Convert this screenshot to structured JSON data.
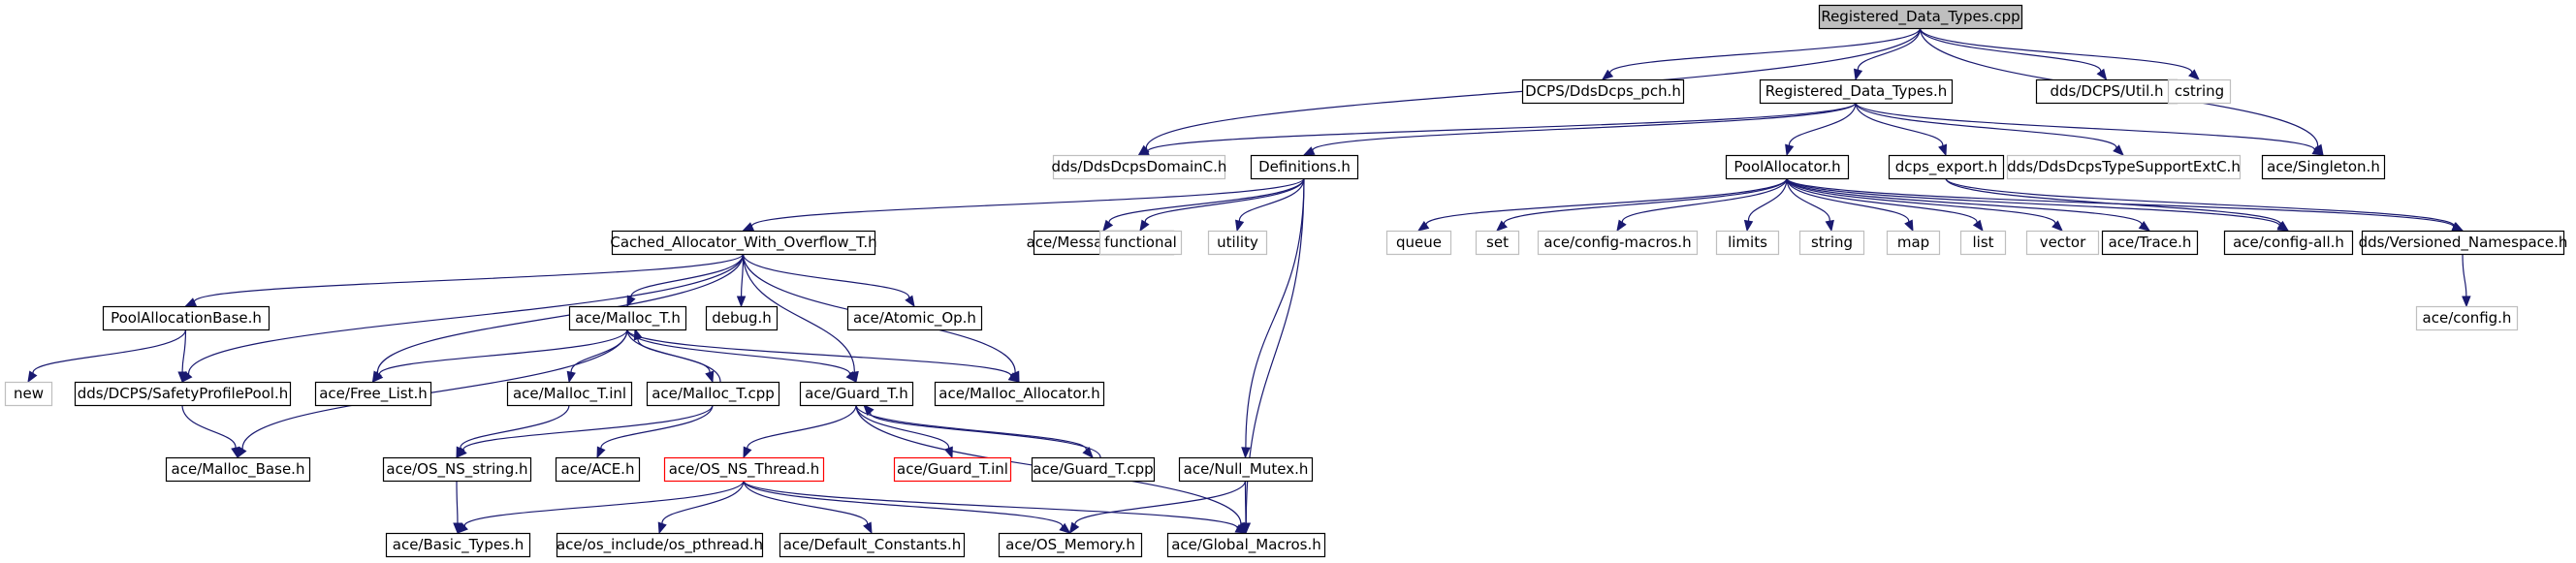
{
  "colors": {
    "edge": "#191970",
    "border_normal": "#000000",
    "border_external": "#bfbfbf",
    "border_truncated": "#ff0000",
    "fill_root": "#bfbfbf",
    "fill": "#ffffff"
  },
  "nodes": [
    {
      "id": "root",
      "label": "Registered_Data_Types.cpp",
      "style": "root"
    },
    {
      "id": "pch",
      "label": "DCPS/DdsDcps_pch.h",
      "style": "normal"
    },
    {
      "id": "rdt_h",
      "label": "Registered_Data_Types.h",
      "style": "normal"
    },
    {
      "id": "util",
      "label": "dds/DCPS/Util.h",
      "style": "normal"
    },
    {
      "id": "cstring",
      "label": "cstring",
      "style": "external"
    },
    {
      "id": "domainc",
      "label": "dds/DdsDcpsDomainC.h",
      "style": "external"
    },
    {
      "id": "definitions",
      "label": "Definitions.h",
      "style": "normal"
    },
    {
      "id": "poolalloc",
      "label": "PoolAllocator.h",
      "style": "normal"
    },
    {
      "id": "dcps_export",
      "label": "dcps_export.h",
      "style": "normal"
    },
    {
      "id": "typesupport",
      "label": "dds/DdsDcpsTypeSupportExtC.h",
      "style": "external"
    },
    {
      "id": "singleton",
      "label": "ace/Singleton.h",
      "style": "normal"
    },
    {
      "id": "cached",
      "label": "Cached_Allocator_With_Overflow_T.h",
      "style": "normal"
    },
    {
      "id": "msgblock",
      "label": "ace/Message_Block.h",
      "style": "normal"
    },
    {
      "id": "functional",
      "label": "functional",
      "style": "external"
    },
    {
      "id": "utility",
      "label": "utility",
      "style": "external"
    },
    {
      "id": "queue",
      "label": "queue",
      "style": "external"
    },
    {
      "id": "set",
      "label": "set",
      "style": "external"
    },
    {
      "id": "configmacros",
      "label": "ace/config-macros.h",
      "style": "external"
    },
    {
      "id": "limits",
      "label": "limits",
      "style": "external"
    },
    {
      "id": "string",
      "label": "string",
      "style": "external"
    },
    {
      "id": "map",
      "label": "map",
      "style": "external"
    },
    {
      "id": "list",
      "label": "list",
      "style": "external"
    },
    {
      "id": "vector",
      "label": "vector",
      "style": "external"
    },
    {
      "id": "trace",
      "label": "ace/Trace.h",
      "style": "normal"
    },
    {
      "id": "configall",
      "label": "ace/config-all.h",
      "style": "normal"
    },
    {
      "id": "versioned",
      "label": "dds/Versioned_Namespace.h",
      "style": "normal"
    },
    {
      "id": "poolallocbase",
      "label": "PoolAllocationBase.h",
      "style": "normal"
    },
    {
      "id": "malloc_t",
      "label": "ace/Malloc_T.h",
      "style": "normal"
    },
    {
      "id": "debug",
      "label": "debug.h",
      "style": "normal"
    },
    {
      "id": "atomic",
      "label": "ace/Atomic_Op.h",
      "style": "normal"
    },
    {
      "id": "configh",
      "label": "ace/config.h",
      "style": "external"
    },
    {
      "id": "new",
      "label": "new",
      "style": "external"
    },
    {
      "id": "safety",
      "label": "dds/DCPS/SafetyProfilePool.h",
      "style": "normal"
    },
    {
      "id": "freelist",
      "label": "ace/Free_List.h",
      "style": "normal"
    },
    {
      "id": "malloc_tinl",
      "label": "ace/Malloc_T.inl",
      "style": "normal"
    },
    {
      "id": "malloc_tcpp",
      "label": "ace/Malloc_T.cpp",
      "style": "normal"
    },
    {
      "id": "guard_t",
      "label": "ace/Guard_T.h",
      "style": "normal"
    },
    {
      "id": "malloc_alloc",
      "label": "ace/Malloc_Allocator.h",
      "style": "normal"
    },
    {
      "id": "malloc_base",
      "label": "ace/Malloc_Base.h",
      "style": "normal"
    },
    {
      "id": "osns_string",
      "label": "ace/OS_NS_string.h",
      "style": "normal"
    },
    {
      "id": "ace_h",
      "label": "ace/ACE.h",
      "style": "normal"
    },
    {
      "id": "osns_thread",
      "label": "ace/OS_NS_Thread.h",
      "style": "truncated"
    },
    {
      "id": "guard_tinl",
      "label": "ace/Guard_T.inl",
      "style": "truncated"
    },
    {
      "id": "guard_tcpp",
      "label": "ace/Guard_T.cpp",
      "style": "normal"
    },
    {
      "id": "nullmutex",
      "label": "ace/Null_Mutex.h",
      "style": "normal"
    },
    {
      "id": "basictypes",
      "label": "ace/Basic_Types.h",
      "style": "normal"
    },
    {
      "id": "pthread",
      "label": "ace/os_include/os_pthread.h",
      "style": "normal"
    },
    {
      "id": "defconst",
      "label": "ace/Default_Constants.h",
      "style": "normal"
    },
    {
      "id": "osmemory",
      "label": "ace/OS_Memory.h",
      "style": "normal"
    },
    {
      "id": "globalmacros",
      "label": "ace/Global_Macros.h",
      "style": "normal"
    }
  ]
}
